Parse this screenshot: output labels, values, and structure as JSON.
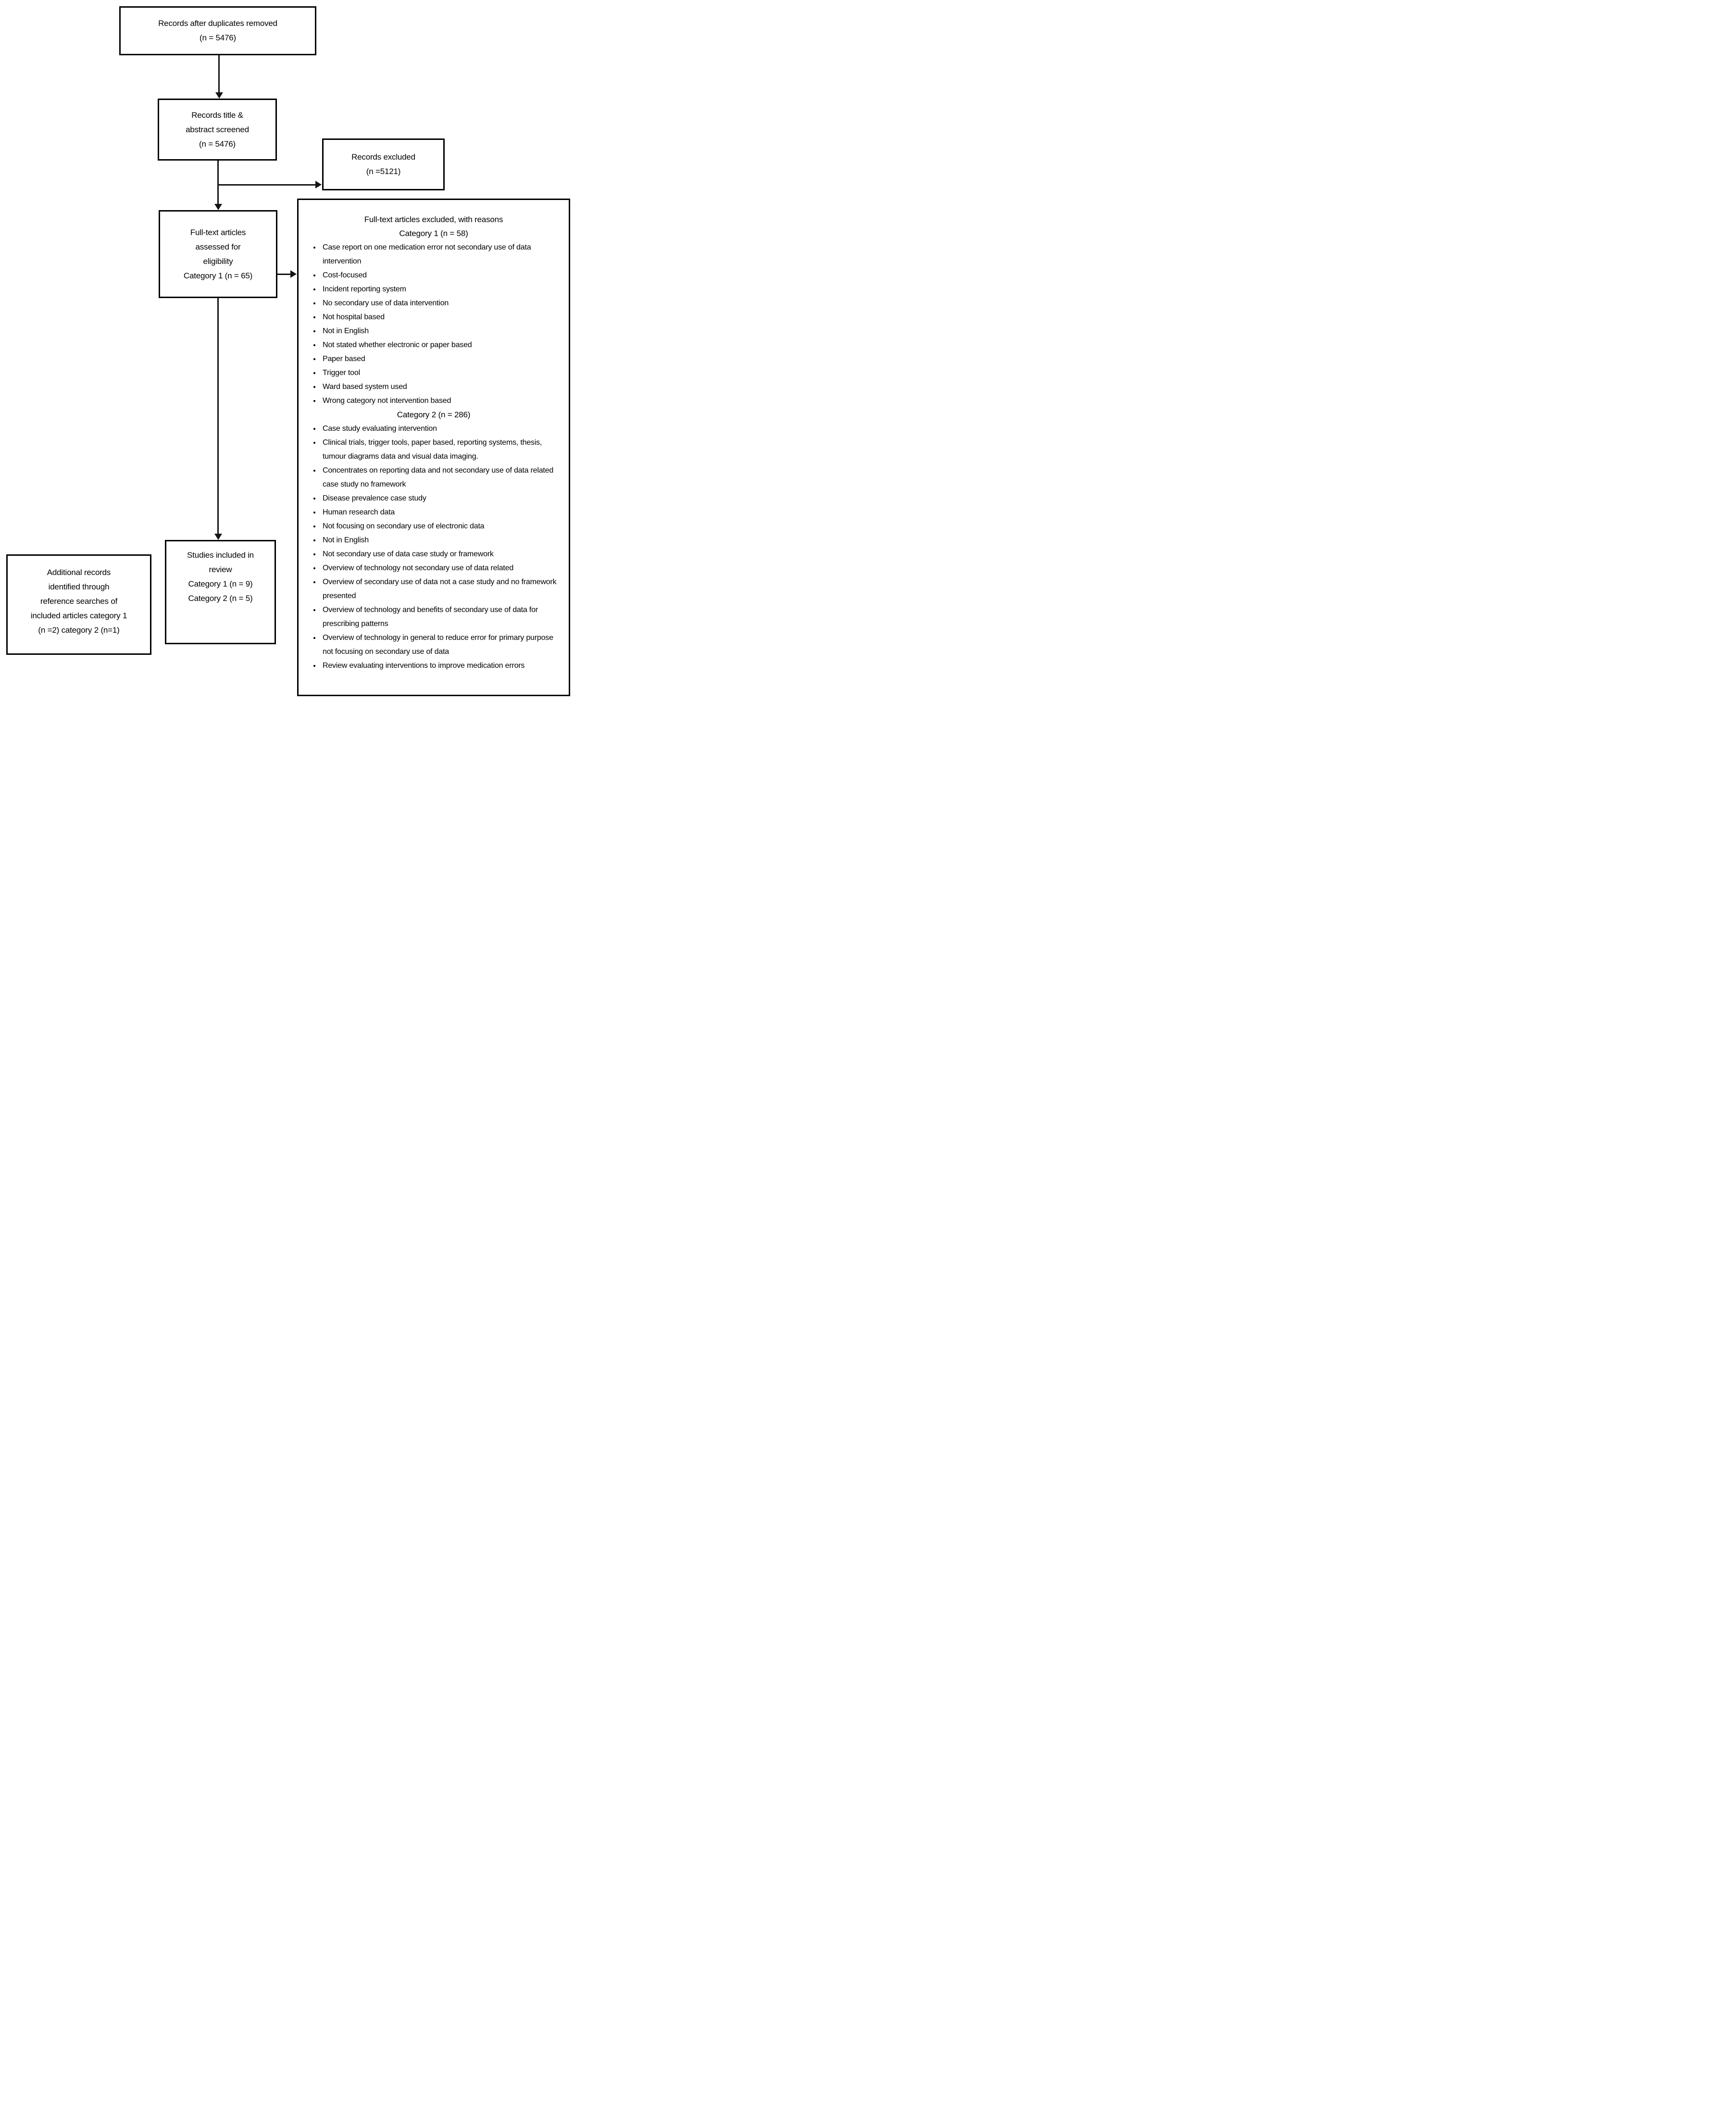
{
  "diagram": {
    "boxes": {
      "records_after_duplicates": {
        "lines": [
          "Records after duplicates removed",
          "(n = 5476)"
        ]
      },
      "records_screened": {
        "lines": [
          "Records title &",
          "abstract screened",
          "(n = 5476)"
        ]
      },
      "records_excluded": {
        "lines": [
          "Records excluded",
          "(n =5121)"
        ]
      },
      "full_text_assessed": {
        "lines": [
          "Full-text articles",
          "assessed for",
          "eligibility",
          "Category 1 (n = 65)"
        ]
      },
      "studies_included": {
        "lines": [
          "Studies included in",
          "review",
          "Category 1 (n = 9)",
          "Category 2 (n = 5)"
        ]
      },
      "additional_records": {
        "lines": [
          "Additional records",
          "identified through",
          "reference searches of",
          "included articles category 1",
          "(n =2) category 2 (n=1)"
        ]
      },
      "excluded_full_text": {
        "title": "Full-text articles excluded, with reasons",
        "sections": [
          {
            "header": "Category 1 (n = 58)",
            "reasons": [
              "Case report on one medication error not secondary use of data intervention",
              "Cost-focused",
              "Incident reporting system",
              "No secondary use of data intervention",
              "Not hospital based",
              "Not in English",
              "Not stated whether electronic or paper based",
              "Paper based",
              "Trigger tool",
              "Ward based system used",
              "Wrong category not intervention based"
            ]
          },
          {
            "header": "Category 2 (n = 286)",
            "reasons": [
              "Case study evaluating intervention",
              "Clinical trials, trigger tools, paper based, reporting systems, thesis, tumour diagrams data and visual data imaging.",
              "Concentrates on reporting data and not secondary use of data related case study no framework",
              "Disease prevalence case study",
              "Human research data",
              "Not focusing on secondary use of electronic data",
              "Not in English",
              "Not secondary use of data case study or framework",
              "Overview of technology not secondary use of data related",
              "Overview of secondary use of data not a case study and no framework presented",
              "Overview of technology and benefits of secondary use of data for prescribing patterns",
              "Overview of technology in general to reduce error for primary purpose not focusing on secondary use of data",
              "Review evaluating interventions to improve medication errors"
            ]
          }
        ]
      }
    },
    "colors": {
      "background": "#ffffff",
      "box_border": "#000000",
      "text": "#000000",
      "connector": "#141414"
    }
  }
}
